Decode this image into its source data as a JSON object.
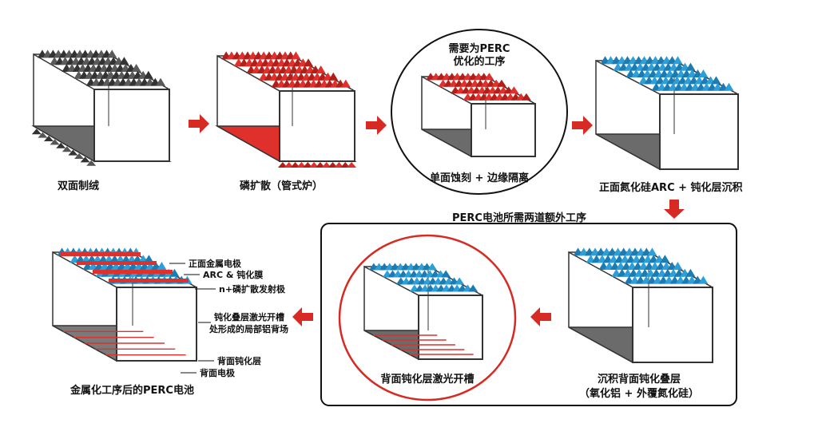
{
  "steps": {
    "texturing": "双面制绒",
    "diffusion": "磷扩散（管式炉）",
    "perc_optimized_top": "需要为PERC",
    "perc_optimized_bottom": "优化的工序",
    "etch": "单面蚀刻 + 边缘隔离",
    "front_arc": "正面氮化硅ARC + 钝化层沉积",
    "extra_title": "PERC电池所需两道额外工序",
    "rear_deposit_line1": "沉积背面钝化叠层",
    "rear_deposit_line2": "（氧化铝 + 外覆氮化硅）",
    "laser": "背面钝化层激光开槽",
    "final": "金属化工序后的PERC电池"
  },
  "labels": {
    "front_metal": "正面金属电极",
    "arc": "ARC & 钝化膜",
    "n_emitter": "n+磷扩散发射极",
    "laser_bsf_1": "钝化叠层激光开槽",
    "laser_bsf_2": "处形成的局部铝背场",
    "rear_passivation": "背面钝化层",
    "rear_electrode": "背面电极"
  },
  "colors": {
    "gray_texture": "#5a5a5a",
    "red": "#e0302b",
    "blue": "#2c9fd8",
    "frame": "#3a3a3a",
    "bottom_gray": "#6b6b6b",
    "arrow": "#d62a22"
  }
}
